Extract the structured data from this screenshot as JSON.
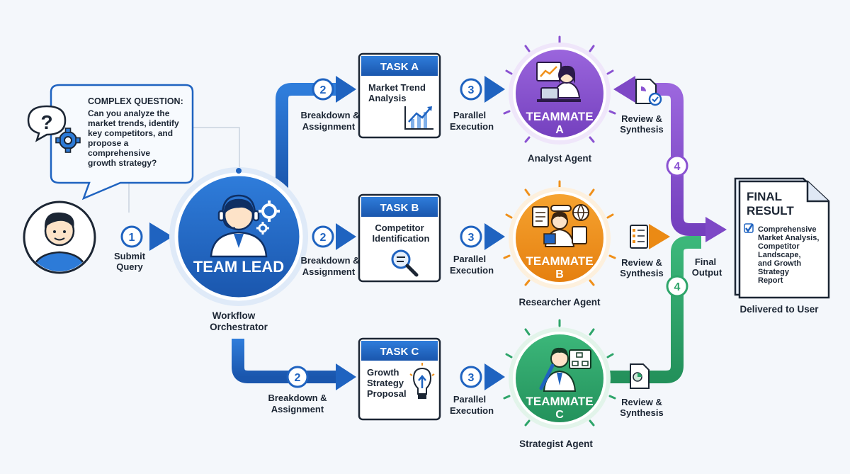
{
  "question": {
    "title": "COMPLEX QUESTION:",
    "lines": [
      "Can you analyze the",
      "market trends, identify",
      "key competitors, and",
      "propose a",
      "comprehensive",
      "growth strategy?"
    ]
  },
  "submit": {
    "num": "1",
    "lines": [
      "Submit",
      "Query"
    ]
  },
  "team_lead": {
    "label": "TEAM LEAD",
    "caption": [
      "Workflow",
      "Orchestrator"
    ]
  },
  "breakdown": {
    "num": "2",
    "lines": [
      "Breakdown &",
      "Assignment"
    ]
  },
  "parallel": {
    "num": "3",
    "lines": [
      "Parallel",
      "Execution"
    ]
  },
  "review": {
    "lines": [
      "Review &",
      "Synthesis"
    ]
  },
  "final_step": {
    "num": "4",
    "lines": [
      "Final",
      "Output"
    ]
  },
  "tasks": [
    {
      "header": "TASK A",
      "lines": [
        "Market Trend",
        "Analysis"
      ]
    },
    {
      "header": "TASK B",
      "lines": [
        "Competitor",
        "Identification"
      ]
    },
    {
      "header": "TASK C",
      "lines": [
        "Growth",
        "Strategy",
        "Proposal"
      ]
    }
  ],
  "teammates": [
    {
      "title": "TEAMMATE",
      "letter": "A",
      "caption": "Analyst Agent",
      "color": "#8a52d1"
    },
    {
      "title": "TEAMMATE",
      "letter": "B",
      "caption": "Researcher Agent",
      "color": "#f0901a"
    },
    {
      "title": "TEAMMATE",
      "letter": "C",
      "caption": "Strategist Agent",
      "color": "#2ea56a"
    }
  ],
  "final_result": {
    "title": [
      "FINAL",
      "RESULT"
    ],
    "lines": [
      "Comprehensive",
      "Market Analysis,",
      "Competitor",
      "Landscape,",
      "and Growth",
      "Strategy",
      "Report"
    ],
    "caption": "Delivered to User"
  },
  "colors": {
    "blue": "#1f63c0",
    "blue_light": "#3b87e0",
    "purple": "#8a52d1",
    "orange": "#f0901a",
    "green": "#2ea56a",
    "ink": "#1c2634"
  }
}
